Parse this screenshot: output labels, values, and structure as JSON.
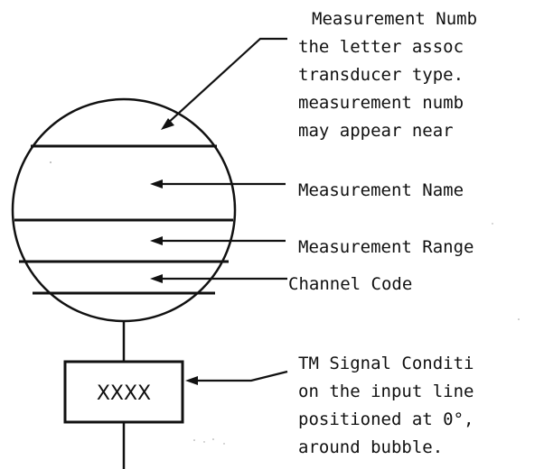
{
  "bubble_notes": {
    "measurement_number": [
      "Measurement Numb",
      "the letter assoc",
      "transducer type.",
      "measurement numb",
      "may appear near "
    ],
    "measurement_name": "Measurement Name",
    "measurement_range": "Measurement Range",
    "channel_code": "Channel Code"
  },
  "signal_conditioner": {
    "box_label": "XXXX",
    "note": [
      "TM Signal Conditi",
      "on the input line",
      "positioned at 0°,",
      "around bubble."
    ]
  }
}
